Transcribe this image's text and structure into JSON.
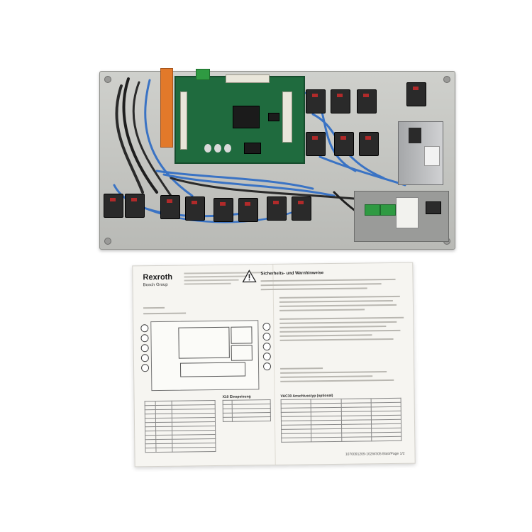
{
  "manual": {
    "brand": "Rexroth",
    "brand_sub": "Bosch Group",
    "warning_title": "Sicherheits- und Warnhinweise",
    "table1_title": "",
    "table2_title": "X10 Einspeisung",
    "table3_title": "VAC30 Anschlusstyp (optional)",
    "footer": "1070091209-102W305 Blatt/Page 1/2"
  },
  "colors": {
    "panel": "#c5c6c2",
    "pcb": "#1f6b3e",
    "cable": "#3a73c4",
    "orange_terminal": "#e2792a"
  }
}
